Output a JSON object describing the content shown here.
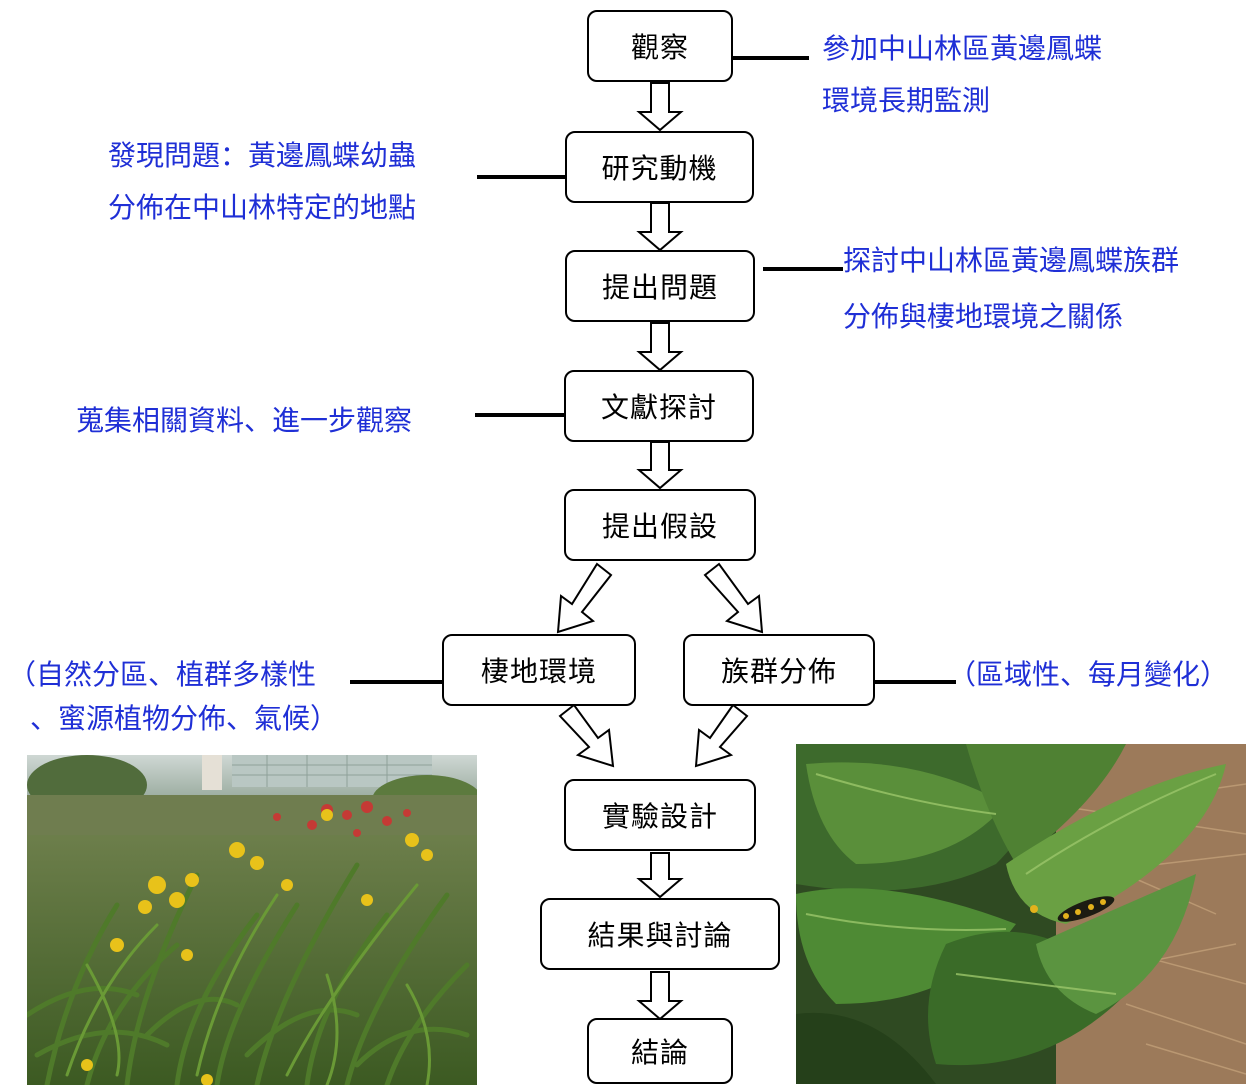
{
  "nodes": {
    "observe": "觀察",
    "motivation": "研究動機",
    "question": "提出問題",
    "literature": "文獻探討",
    "hypothesis": "提出假設",
    "habitat": "棲地環境",
    "population": "族群分佈",
    "design": "實驗設計",
    "results": "結果與討論",
    "conclusion": "結論"
  },
  "notes": {
    "observe_1": "參加中山林區黃邊鳳蝶",
    "observe_2": "環境長期監測",
    "motivation_1": "發現問題：黃邊鳳蝶幼蟲",
    "motivation_2": "分佈在中山林特定的地點",
    "question_1": "探討中山林區黃邊鳳蝶族群",
    "question_2": "分佈與棲地環境之關係",
    "literature": "蒐集相關資料、進一步觀察",
    "habitat_1": "（自然分區、植群多樣性",
    "habitat_2": "、蜜源植物分佈、氣候）",
    "population": "（區域性、每月變化）"
  },
  "colors": {
    "note_text": "#1f2fd6",
    "box_border": "#000000"
  }
}
